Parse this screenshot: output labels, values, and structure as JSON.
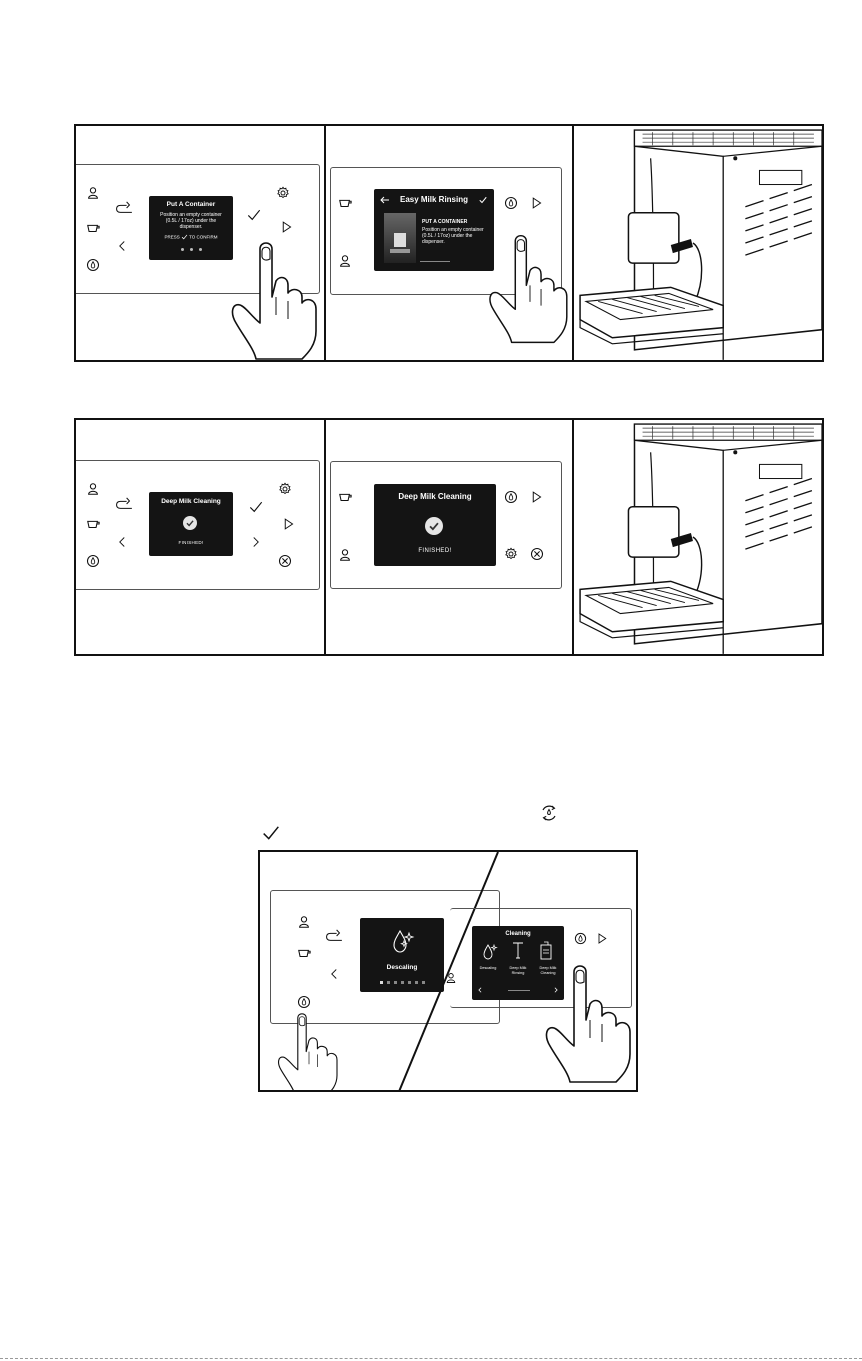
{
  "row1": {
    "screen1": {
      "title": "Put A Container",
      "body": "Position an empty container (0.5L / 17oz) under the dispenser.",
      "press_label": "PRESS",
      "confirm_label": "TO CONFIRM"
    },
    "screen2": {
      "title": "Easy Milk Rinsing",
      "heading": "PUT A CONTAINER",
      "body": "Position an empty container (0.5L / 17oz) under the dispenser."
    }
  },
  "row2": {
    "screen1": {
      "title": "Deep Milk Cleaning",
      "status": "FINISHED!"
    },
    "screen2": {
      "title": "Deep Milk Cleaning",
      "status": "FINISHED!"
    }
  },
  "bottom": {
    "screen1": {
      "label": "Descaling"
    },
    "screen2": {
      "title": "Cleaning",
      "options": [
        "Descaling",
        "Deep Milk Rinsing",
        "Deep Milk Cleaning"
      ]
    }
  },
  "icons": [
    "user-icon",
    "back-icon",
    "cup-icon",
    "drop-icon",
    "gear-icon",
    "check-icon",
    "play-icon",
    "chevron-left-icon",
    "chevron-right-icon",
    "cancel-icon",
    "descale-cycle-icon",
    "hand-pointer-icon",
    "coffee-machine-icon"
  ]
}
